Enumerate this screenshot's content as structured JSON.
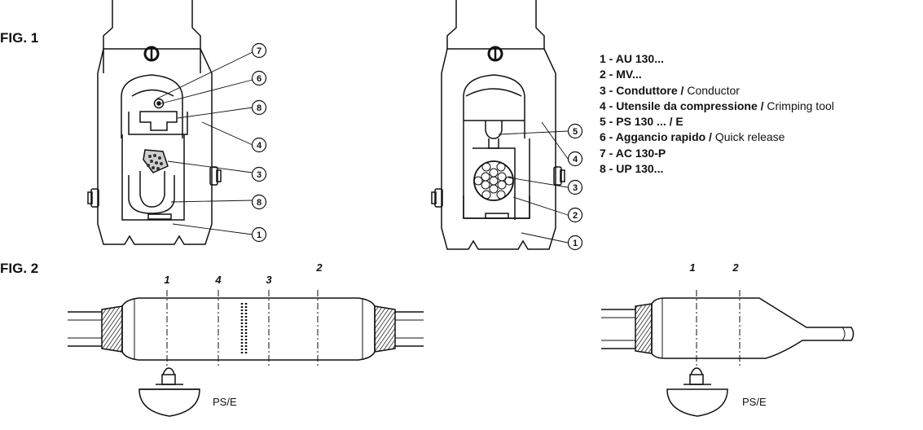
{
  "figures": {
    "fig1": "FIG. 1",
    "fig2": "FIG. 2"
  },
  "legend": [
    {
      "key": "1 - ",
      "bold": "AU 130...",
      "normal": ""
    },
    {
      "key": "2 - ",
      "bold": "MV...",
      "normal": ""
    },
    {
      "key": "3 - ",
      "bold": "Conduttore / ",
      "normal": "Conductor"
    },
    {
      "key": "4 - ",
      "bold": "Utensile da compressione / ",
      "normal": "Crimping tool"
    },
    {
      "key": "5 - ",
      "bold": "PS 130 ... / E",
      "normal": ""
    },
    {
      "key": "6 - ",
      "bold": "Aggancio rapido / ",
      "normal": "Quick release"
    },
    {
      "key": "7 - ",
      "bold": "AC 130-P",
      "normal": ""
    },
    {
      "key": "8 - ",
      "bold": "UP 130...",
      "normal": ""
    }
  ],
  "fig1_left_callouts": [
    "7",
    "6",
    "8",
    "4",
    "3",
    "8",
    "1"
  ],
  "fig1_right_callouts": [
    "5",
    "4",
    "3",
    "2",
    "1"
  ],
  "fig2_left_positions": [
    "1",
    "4",
    "3",
    "2"
  ],
  "fig2_right_positions": [
    "1",
    "2"
  ],
  "die_label": "PS/E"
}
